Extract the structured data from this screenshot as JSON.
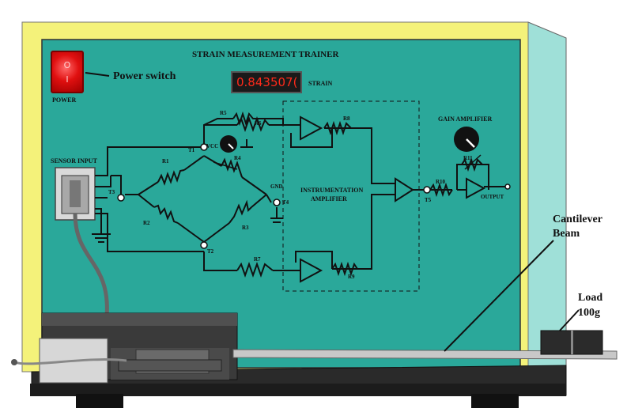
{
  "panel": {
    "title": "STRAIN MEASUREMENT TRAINER",
    "display_value": "0.843507(",
    "display_label": "STRAIN",
    "power_label": "POWER",
    "power_symbol_on": "O",
    "power_symbol_off": "I",
    "sensor_input_label": "SENSOR INPUT",
    "gain_amplifier_label": "GAIN AMPLIFIER",
    "instrumentation_label_1": "INSTRUMENTATION",
    "instrumentation_label_2": "AMPLIFIER",
    "output_label": "OUTPUT",
    "vcc_label": "VCC",
    "gnd_label": "GND"
  },
  "components": {
    "r1": "R1",
    "r2": "R2",
    "r3": "R3",
    "r4": "R4",
    "r5": "R5",
    "r6": "R6",
    "r7": "R7",
    "r8": "R8",
    "r9": "R9",
    "r10": "R10",
    "r11": "R11",
    "t1": "T1",
    "t2": "T2",
    "t3": "T3",
    "t4": "T4",
    "t5": "T5"
  },
  "annotations": {
    "power_switch": "Power switch",
    "cantilever_1": "Cantilever",
    "cantilever_2": "Beam",
    "load_1": "Load",
    "load_2": "100g"
  },
  "colors": {
    "panel": "#2aa89a",
    "frame": "#f4f27a",
    "display_text": "#ff2a1a",
    "power_button": "#e01010"
  }
}
